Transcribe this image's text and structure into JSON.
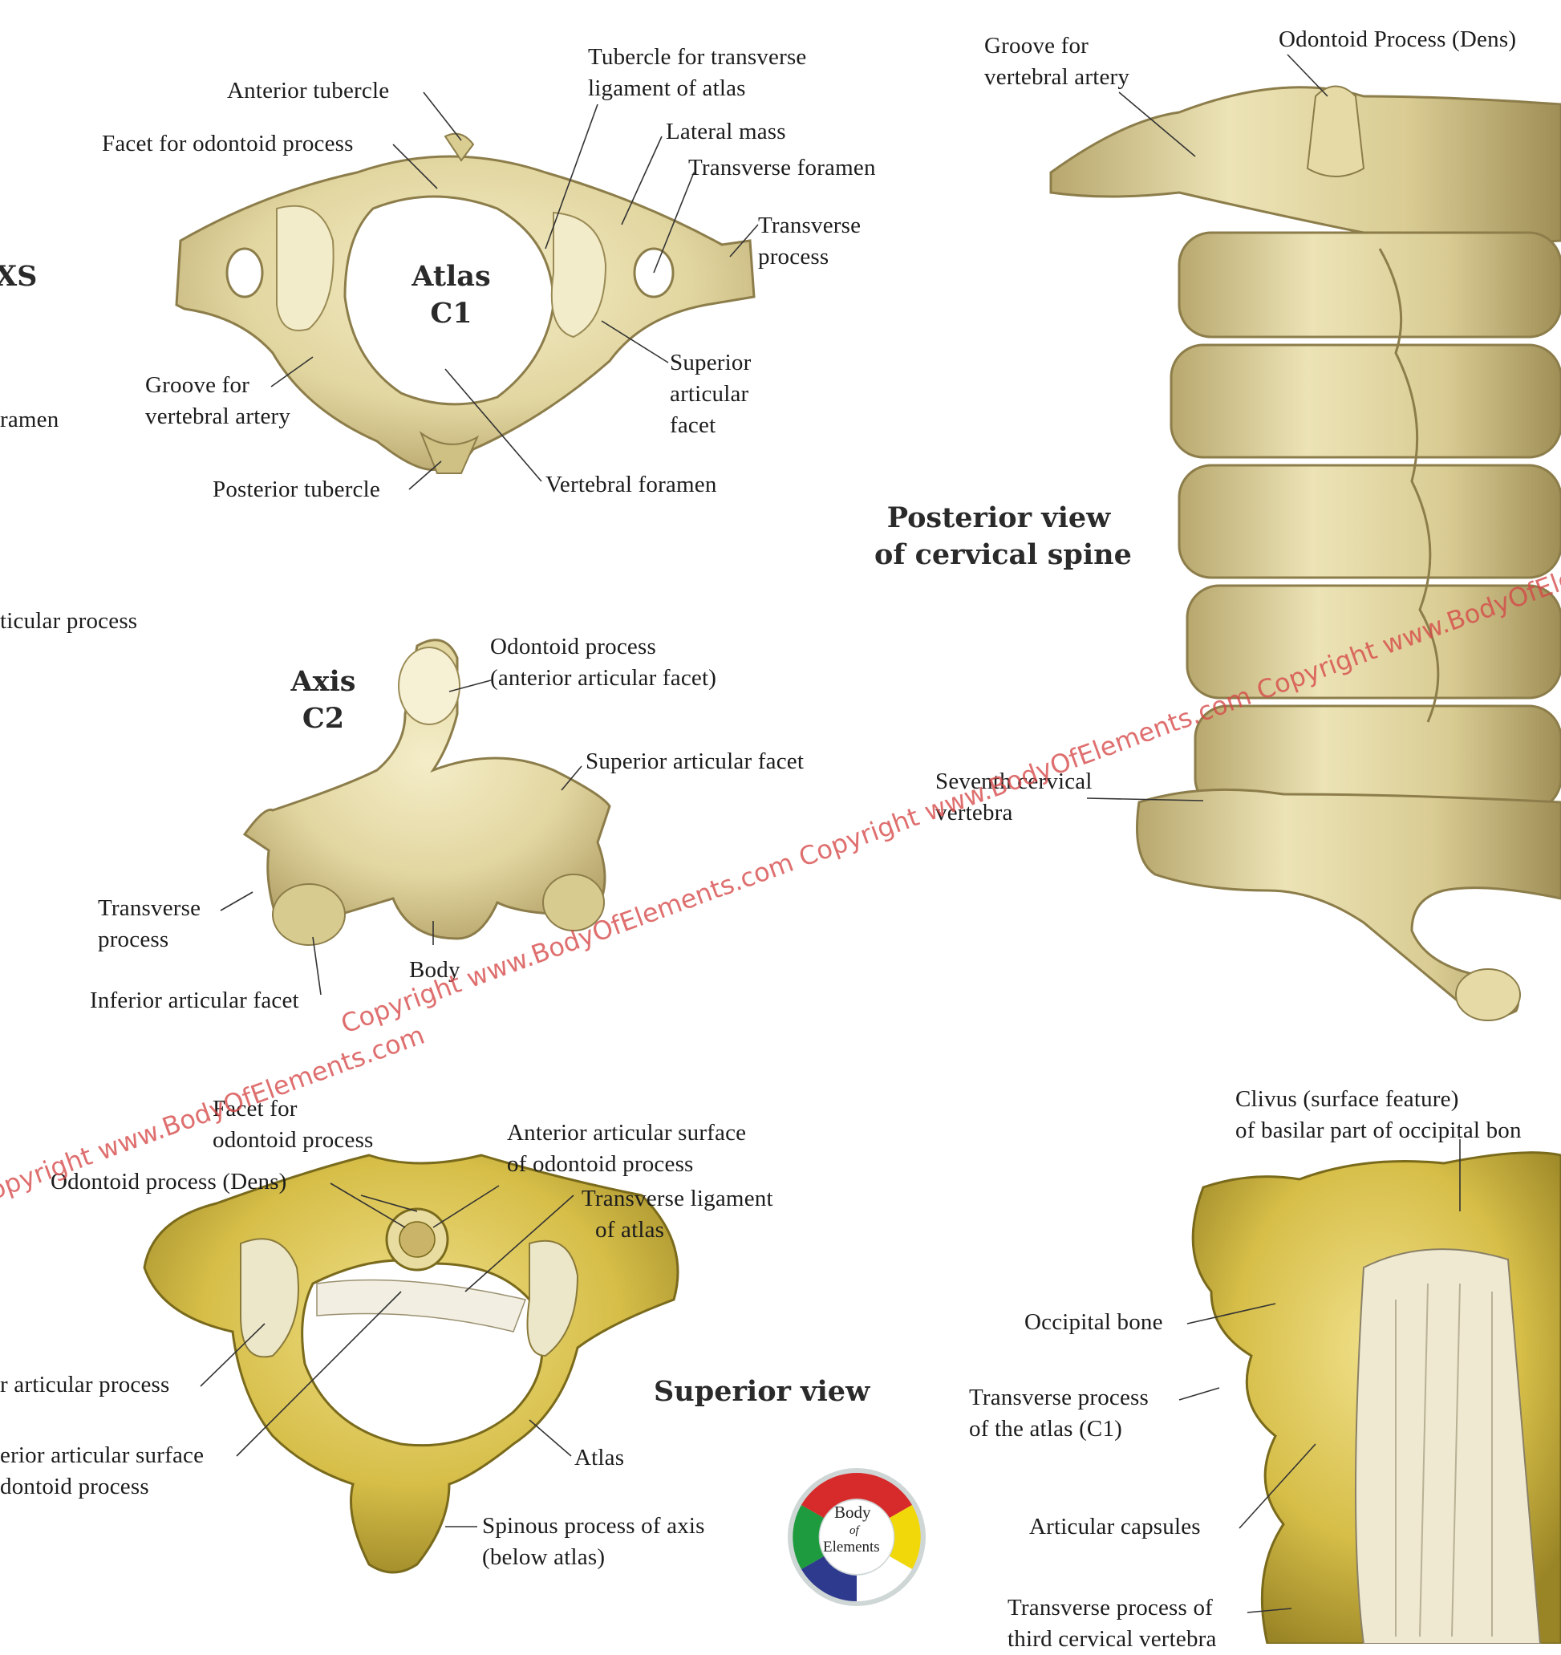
{
  "labels": {
    "anterior_tubercle": "Anterior tubercle",
    "facet_odontoid": "Facet for odontoid process",
    "tubercle_transverse_l1": "Tubercle for transverse",
    "tubercle_transverse_l2": "ligament of atlas",
    "lateral_mass": "Lateral mass",
    "transverse_foramen": "Transverse foramen",
    "transverse_process_l1": "Transverse",
    "transverse_process_l2": "process",
    "superior_articular_l1": "Superior",
    "superior_articular_l2": "articular",
    "superior_articular_l3": "facet",
    "groove_l1": "Groove for",
    "groove_l2": "vertebral artery",
    "posterior_tubercle": "Posterior tubercle",
    "vertebral_foramen": "Vertebral foramen",
    "left_cut_1": "XS",
    "left_cut_2": "ramen",
    "left_cut_3": "ticular process",
    "axis_odontoid_l1": "Odontoid process",
    "axis_odontoid_l2": "(anterior articular facet)",
    "axis_superior_facet": "Superior articular facet",
    "axis_transverse_l1": "Transverse",
    "axis_transverse_l2": "process",
    "axis_body": "Body",
    "axis_inferior_facet": "Inferior articular facet",
    "post_groove_l1": "Groove for",
    "post_groove_l2": "vertebral artery",
    "post_odontoid": "Odontoid Process (Dens)",
    "seventh_l1": "Seventh cervical",
    "seventh_l2": "vertebra",
    "sup_facet_l1": "Facet for",
    "sup_facet_l2": "odontoid process",
    "sup_odontoid": "Odontoid process (Dens)",
    "sup_ant_surface_l1": "Anterior articular surface",
    "sup_ant_surface_l2": "of odontoid process",
    "sup_transverse_lig_l1": "Transverse ligament",
    "sup_transverse_lig_l2": "of atlas",
    "sup_articular_cut": "r articular process",
    "sup_ant_cut_l1": "erior articular surface",
    "sup_ant_cut_l2": "dontoid process",
    "sup_atlas": "Atlas",
    "sup_spinous_l1": "Spinous process of axis",
    "sup_spinous_l2": "(below atlas)",
    "clivus_l1": "Clivus (surface feature)",
    "clivus_l2": "of basilar part of occipital bon",
    "occipital_bone": "Occipital bone",
    "trans_atlas_l1": "Transverse process",
    "trans_atlas_l2": "of the atlas (C1)",
    "articular_capsules": "Articular capsules",
    "trans_third_l1": "Transverse process of",
    "trans_third_l2": "third cervical vertebra"
  },
  "titles": {
    "atlas_l1": "Atlas",
    "atlas_l2": "C1",
    "axis_l1": "Axis",
    "axis_l2": "C2",
    "posterior_l1": "Posterior view",
    "posterior_l2": "of cervical spine",
    "superior": "Superior view"
  },
  "watermark": {
    "text1": "Copyright www.BodyOfElements.com",
    "text2": "Copyright www.BodyOfElements.com Copyright www.BodyOfElements.com Copyright www.BodyOfElements.com Copyright www.BodyOfElements.com"
  },
  "logo": {
    "line1": "Body",
    "line2": "of",
    "line3": "Elements"
  },
  "colors": {
    "bone_light": "#efe6b8",
    "bone_mid": "#d7c98c",
    "bone_dark": "#a8975a",
    "bone_yellow": "#d9c24c",
    "bone_yellow_dark": "#9e8a2a",
    "watermark": "#d64646"
  }
}
